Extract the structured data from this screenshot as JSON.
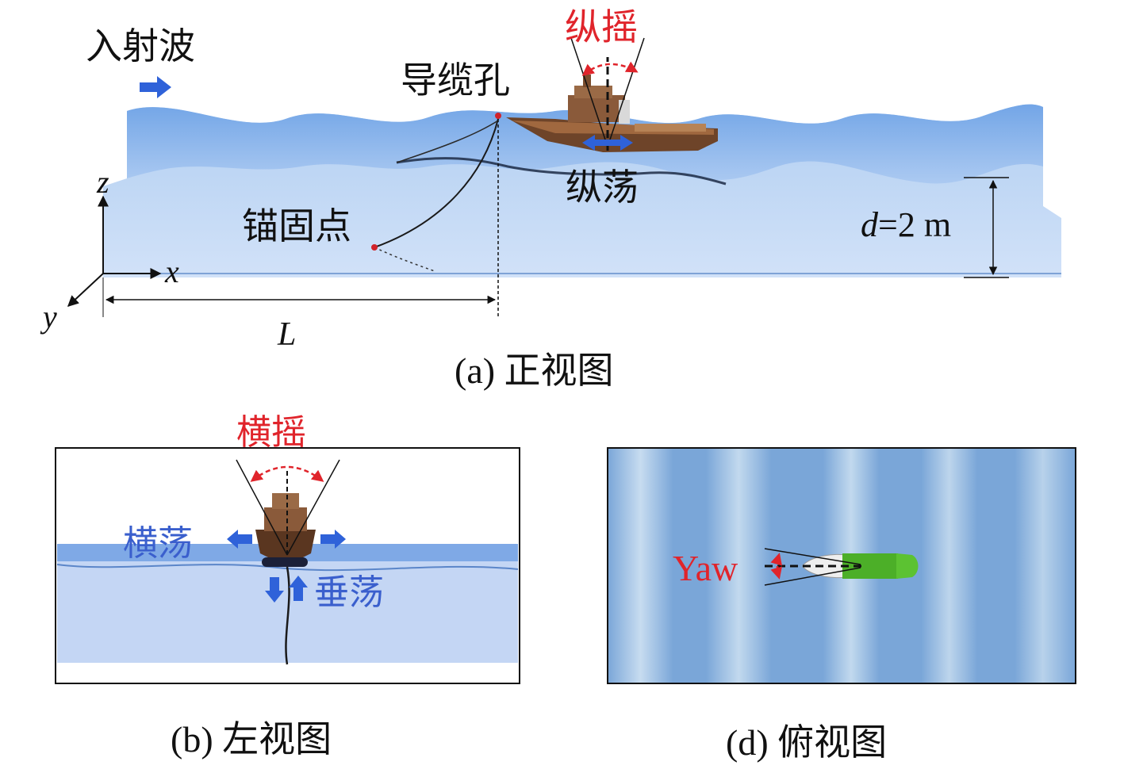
{
  "front_view": {
    "incident_wave": "入射波",
    "fairlead": "导缆孔",
    "pitch": "纵摇",
    "surge": "纵荡",
    "anchor": "锚固点",
    "axis_z": "z",
    "axis_x": "x",
    "axis_y": "y",
    "length": "L",
    "depth_var": "d",
    "depth_val": "=2 m",
    "caption": "(a) 正视图"
  },
  "side_view": {
    "roll": "横摇",
    "sway": "横荡",
    "heave": "垂荡",
    "caption": "(b) 左视图"
  },
  "top_view": {
    "yaw": "Yaw",
    "caption": "(d) 俯视图"
  },
  "colors": {
    "red_label": "#e0242b",
    "blue_label": "#3a5fcd",
    "arrow_blue": "#2f62d9",
    "water": "#9fc3ee",
    "hull_brown": "#8a5a3a",
    "hull_green": "#4caf28"
  }
}
